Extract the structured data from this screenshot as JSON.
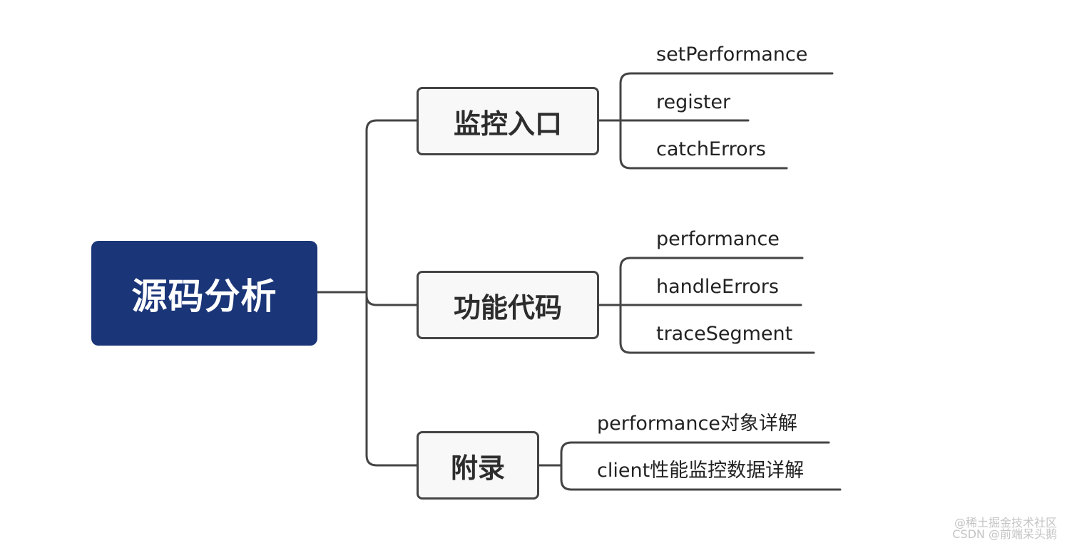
{
  "colors": {
    "root_fill": "#1a3578",
    "root_text": "#ffffff",
    "branch_fill": "#f8f8f8",
    "branch_border": "#444444",
    "connector": "#444444",
    "leaf_text": "#222222"
  },
  "root": {
    "label": "源码分析"
  },
  "branches": [
    {
      "label": "监控入口",
      "children": [
        "setPerformance",
        "register",
        "catchErrors"
      ]
    },
    {
      "label": "功能代码",
      "children": [
        "performance",
        "handleErrors",
        "traceSegment"
      ]
    },
    {
      "label": "附录",
      "children": [
        "performance对象详解",
        "client性能监控数据详解"
      ]
    }
  ],
  "watermark": {
    "line1": "@稀土掘金技术社区",
    "line2": "CSDN @前端呆头鹅"
  }
}
